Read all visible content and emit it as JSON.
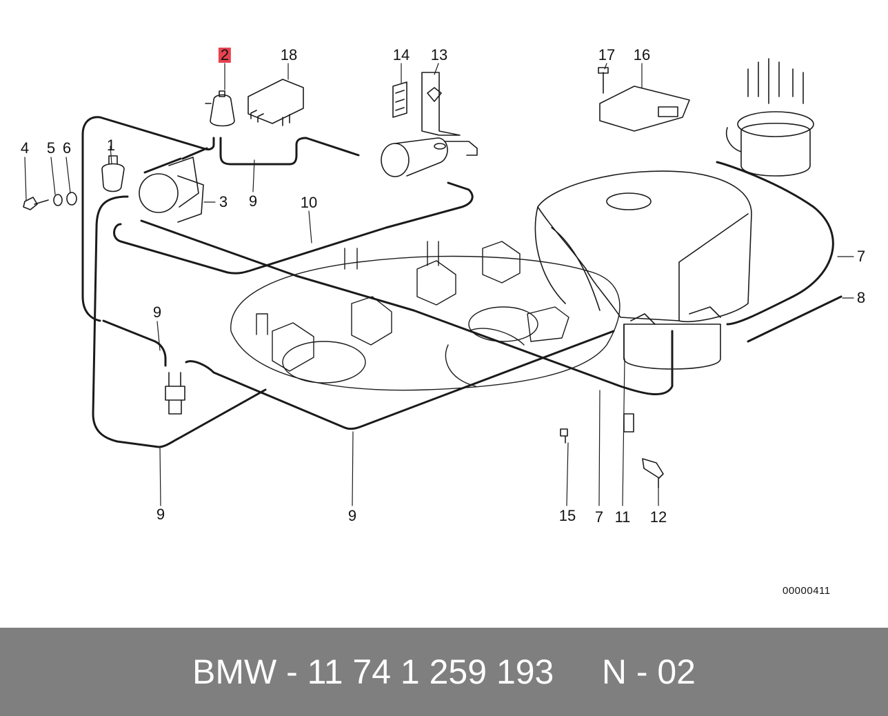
{
  "diagram": {
    "callouts": {
      "c2": "2",
      "c18": "18",
      "c14": "14",
      "c13": "13",
      "c17": "17",
      "c16": "16",
      "c4": "4",
      "c5": "5",
      "c6": "6",
      "c1": "1",
      "c3": "3",
      "c9_top": "9",
      "c10": "10",
      "c7_right": "7",
      "c8": "8",
      "c9_left": "9",
      "c9_bottom_left": "9",
      "c9_bottom_mid": "9",
      "c15": "15",
      "c7_bottom": "7",
      "c11": "11",
      "c12": "12"
    },
    "highlight_color": "#e8424f",
    "reference_code": "00000411"
  },
  "footer": {
    "text": "BMW - 11 74 1 259 193     N - 02",
    "background": "#7f7f7f"
  }
}
